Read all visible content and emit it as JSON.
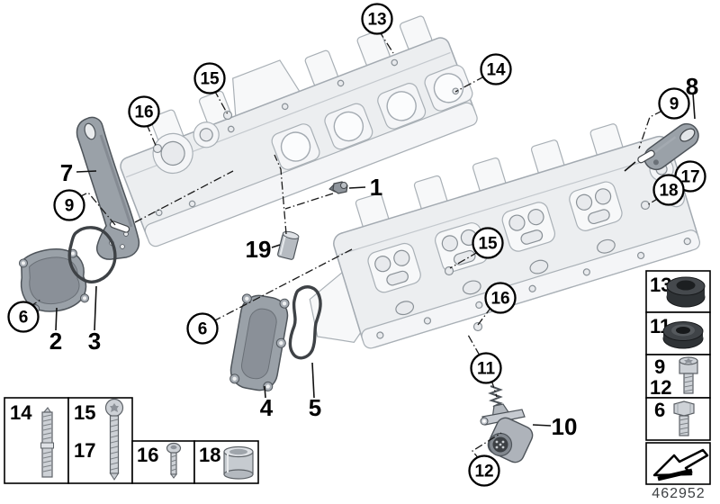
{
  "diagram": {
    "number": "462952"
  },
  "callouts": [
    {
      "number": "13",
      "style": "circled"
    },
    {
      "number": "14",
      "style": "circled"
    },
    {
      "number": "15",
      "style": "circled"
    },
    {
      "number": "16",
      "style": "circled"
    },
    {
      "number": "7",
      "style": "plain"
    },
    {
      "number": "9",
      "style": "circled"
    },
    {
      "number": "6",
      "style": "circled"
    },
    {
      "number": "2",
      "style": "plain"
    },
    {
      "number": "3",
      "style": "plain"
    },
    {
      "number": "6",
      "style": "circled"
    },
    {
      "number": "4",
      "style": "plain"
    },
    {
      "number": "5",
      "style": "plain"
    },
    {
      "number": "19",
      "style": "plain"
    },
    {
      "number": "1",
      "style": "plain"
    },
    {
      "number": "15",
      "style": "circled"
    },
    {
      "number": "16",
      "style": "circled"
    },
    {
      "number": "11",
      "style": "circled"
    },
    {
      "number": "10",
      "style": "plain"
    },
    {
      "number": "12",
      "style": "circled"
    },
    {
      "number": "9",
      "style": "circled"
    },
    {
      "number": "8",
      "style": "plain"
    },
    {
      "number": "17",
      "style": "circled"
    },
    {
      "number": "18",
      "style": "circled"
    }
  ],
  "legend_left": {
    "cells": [
      {
        "numbers": [
          "14"
        ],
        "item": "stud-bolt"
      },
      {
        "numbers": [
          "15",
          "17"
        ],
        "item": "torx-screw-long"
      },
      {
        "numbers": [
          "16"
        ],
        "item": "screw-small"
      },
      {
        "numbers": [
          "18"
        ],
        "item": "spacer-sleeve"
      }
    ]
  },
  "legend_right": {
    "cells": [
      {
        "numbers": [
          "13"
        ],
        "item": "sealing-cap"
      },
      {
        "numbers": [
          "11"
        ],
        "item": "shaft-seal"
      },
      {
        "numbers": [
          "9",
          "12"
        ],
        "item": "cheese-head-screw"
      },
      {
        "numbers": [
          "6"
        ],
        "item": "hex-bolt"
      },
      {
        "numbers": [],
        "item": "installation-direction-arrow"
      }
    ]
  }
}
